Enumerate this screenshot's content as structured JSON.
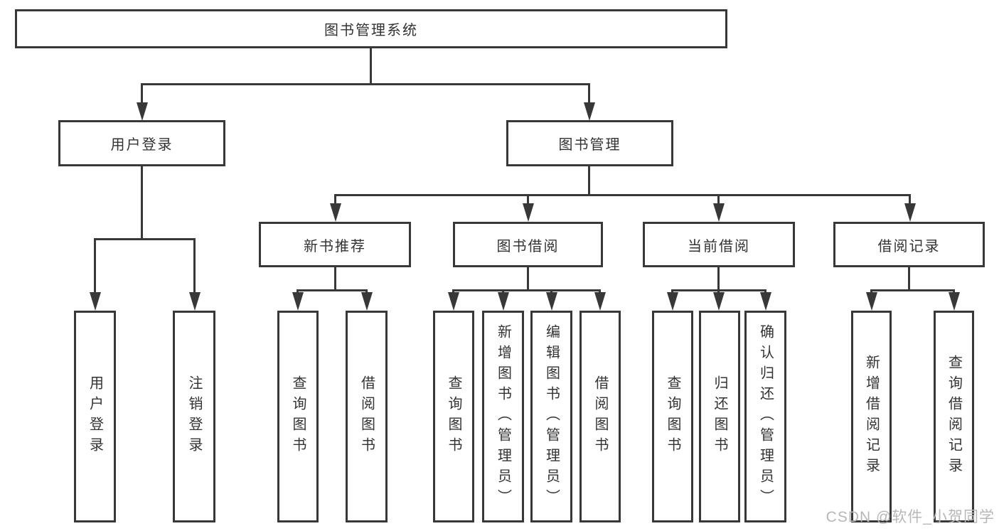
{
  "page": {
    "watermark": "CSDN @软件_小贺同学"
  },
  "colors": {
    "line": "#383838",
    "text": "#333333",
    "background": "#ffffff",
    "watermark": "#b7b7b7"
  },
  "nodes": {
    "root": "图书管理系统",
    "user_login": "用户登录",
    "book_mgmt": "图书管理",
    "new_book_rec": "新书推荐",
    "book_borrow": "图书借阅",
    "current_borrow": "当前借阅",
    "borrow_records": "借阅记录",
    "leaf_user_login": "用户登录",
    "leaf_logout": "注销登录",
    "leaf_query_book_rec": "查询图书",
    "leaf_borrow_book_rec": "借阅图书",
    "leaf_query_book_borrow": "查询图书",
    "leaf_add_book": "新增图书（管理员）",
    "leaf_edit_book": "编辑图书（管理员）",
    "leaf_borrow_book_borrow": "借阅图书",
    "leaf_query_book_current": "查询图书",
    "leaf_return_book": "归还图书",
    "leaf_confirm_return": "确认归还（管理员）",
    "leaf_add_record": "新增借阅记录",
    "leaf_query_record": "查询借阅记录"
  },
  "hierarchy": {
    "label": "图书管理系统",
    "children": [
      {
        "label": "用户登录",
        "children": [
          {
            "label": "用户登录"
          },
          {
            "label": "注销登录"
          }
        ]
      },
      {
        "label": "图书管理",
        "children": [
          {
            "label": "新书推荐",
            "children": [
              {
                "label": "查询图书"
              },
              {
                "label": "借阅图书"
              }
            ]
          },
          {
            "label": "图书借阅",
            "children": [
              {
                "label": "查询图书"
              },
              {
                "label": "新增图书（管理员）"
              },
              {
                "label": "编辑图书（管理员）"
              },
              {
                "label": "借阅图书"
              }
            ]
          },
          {
            "label": "当前借阅",
            "children": [
              {
                "label": "查询图书"
              },
              {
                "label": "归还图书"
              },
              {
                "label": "确认归还（管理员）"
              }
            ]
          },
          {
            "label": "借阅记录",
            "children": [
              {
                "label": "新增借阅记录"
              },
              {
                "label": "查询借阅记录"
              }
            ]
          }
        ]
      }
    ]
  }
}
